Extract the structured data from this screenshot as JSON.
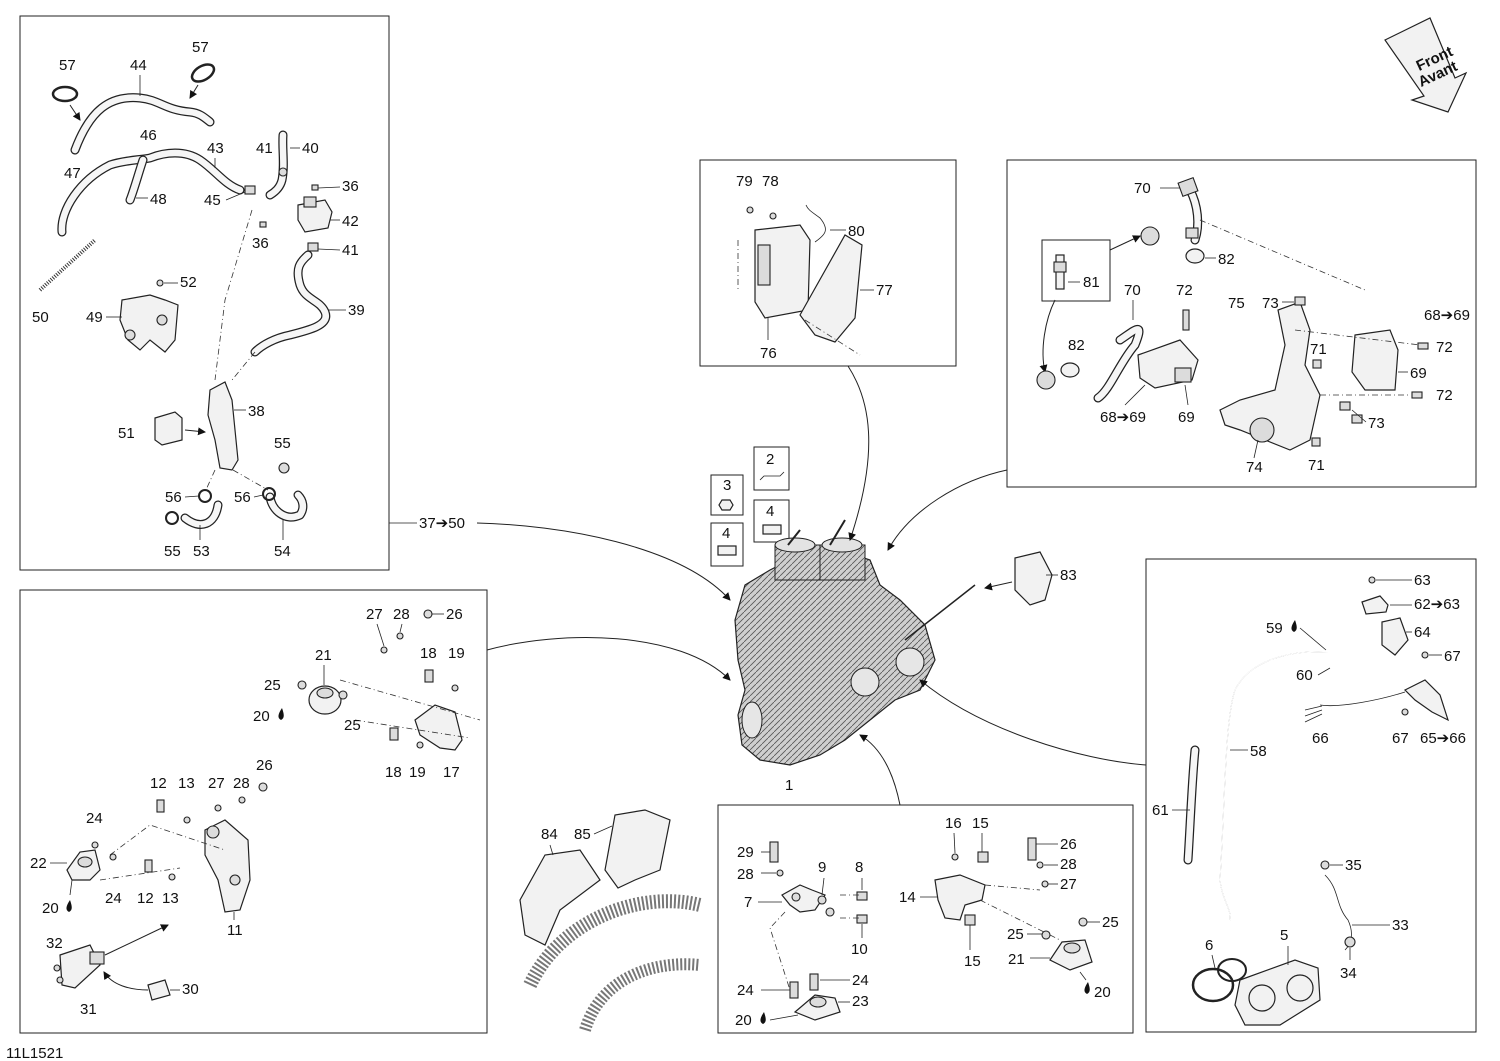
{
  "diagram_id": "11L1521",
  "front_label": {
    "line1": "Front",
    "line2": "Avant"
  },
  "ref_37_50": "37➔50",
  "callouts": {
    "c1": "1",
    "c2": "2",
    "c3": "3",
    "c4a": "4",
    "c4b": "4",
    "c5": "5",
    "c6": "6",
    "c7": "7",
    "c8": "8",
    "c9": "9",
    "c10": "10",
    "c11": "11",
    "c12a": "12",
    "c12b": "12",
    "c13a": "13",
    "c13b": "13",
    "c14": "14",
    "c15a": "15",
    "c15b": "15",
    "c16": "16",
    "c17": "17",
    "c18a": "18",
    "c18b": "18",
    "c19a": "19",
    "c19b": "19",
    "c20a": "20",
    "c20b": "20",
    "c20c": "20",
    "c20d": "20",
    "c21a": "21",
    "c21b": "21",
    "c22": "22",
    "c23": "23",
    "c24a": "24",
    "c24b": "24",
    "c24c": "24",
    "c24d": "24",
    "c25a": "25",
    "c25b": "25",
    "c25c": "25",
    "c25d": "25",
    "c26a": "26",
    "c26b": "26",
    "c26c": "26",
    "c27a": "27",
    "c27b": "27",
    "c27c": "27",
    "c28a": "28",
    "c28b": "28",
    "c28c": "28",
    "c28d": "28",
    "c29": "29",
    "c30": "30",
    "c31": "31",
    "c32": "32",
    "c33": "33",
    "c34": "34",
    "c35": "35",
    "c36a": "36",
    "c36b": "36",
    "c38": "38",
    "c39": "39",
    "c40": "40",
    "c41a": "41",
    "c41b": "41",
    "c42": "42",
    "c43": "43",
    "c44": "44",
    "c45": "45",
    "c46": "46",
    "c47": "47",
    "c48": "48",
    "c49": "49",
    "c50": "50",
    "c51": "51",
    "c52": "52",
    "c53": "53",
    "c54": "54",
    "c55a": "55",
    "c55b": "55",
    "c56a": "56",
    "c56b": "56",
    "c57a": "57",
    "c57b": "57",
    "c58": "58",
    "c59": "59",
    "c60": "60",
    "c61": "61",
    "c62": "62➔63",
    "c63": "63",
    "c64": "64",
    "c65": "65➔66",
    "c66": "66",
    "c67a": "67",
    "c67b": "67",
    "c68a": "68➔69",
    "c68b": "68➔69",
    "c69a": "69",
    "c69b": "69",
    "c70a": "70",
    "c70b": "70",
    "c71a": "71",
    "c71b": "71",
    "c72a": "72",
    "c72b": "72",
    "c72c": "72",
    "c73a": "73",
    "c73b": "73",
    "c74": "74",
    "c75": "75",
    "c76": "76",
    "c77": "77",
    "c78": "78",
    "c79": "79",
    "c80": "80",
    "c81": "81",
    "c82a": "82",
    "c82b": "82",
    "c83": "83",
    "c84": "84",
    "c85": "85"
  },
  "icons": {
    "drop": "oil-drop-icon",
    "arrow": "right-arrow-icon"
  }
}
